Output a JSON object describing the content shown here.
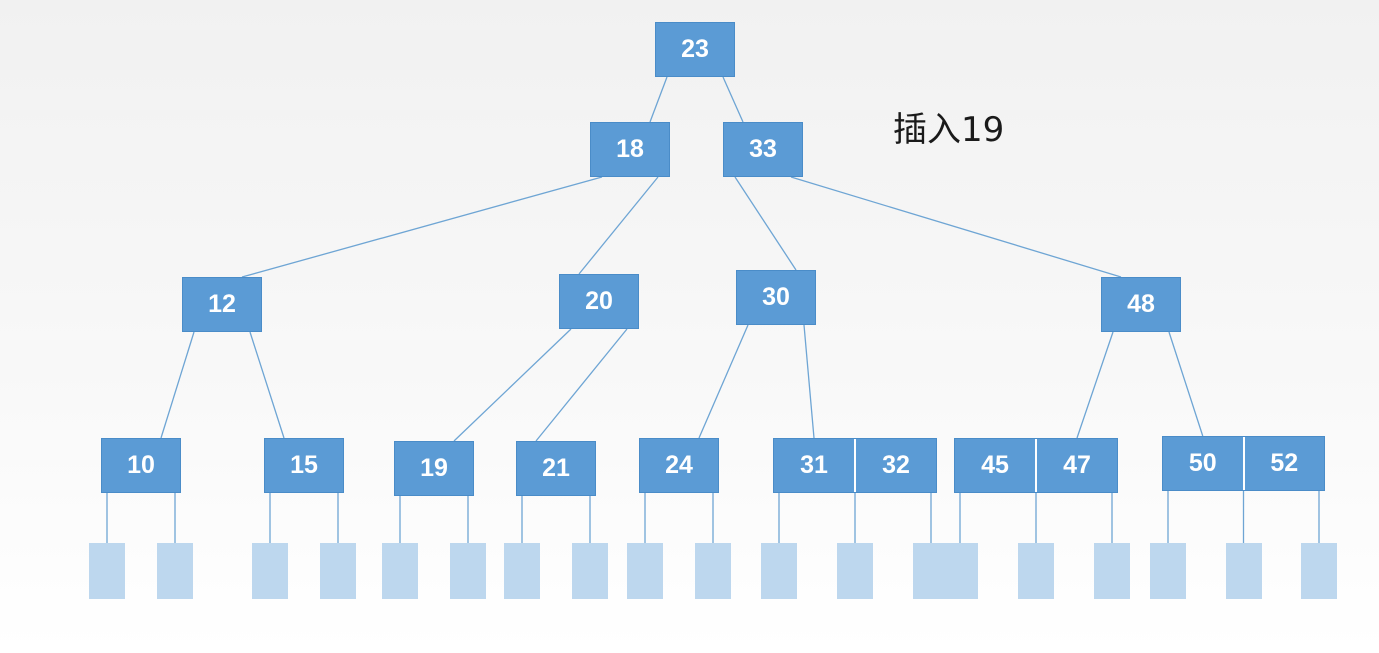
{
  "caption": "插入19",
  "colors": {
    "node": "#5b9bd5",
    "leaf": "#bdd7ee",
    "edge": "#6ea5d4"
  },
  "tree": {
    "keys": [
      "23"
    ],
    "children": [
      {
        "keys": [
          "18"
        ],
        "children": [
          {
            "keys": [
              "12"
            ],
            "children": [
              {
                "keys": [
                  "10"
                ]
              },
              {
                "keys": [
                  "15"
                ]
              }
            ]
          },
          {
            "keys": [
              "20"
            ],
            "children": [
              {
                "keys": [
                  "19"
                ]
              },
              {
                "keys": [
                  "21"
                ]
              }
            ]
          }
        ]
      },
      {
        "keys": [
          "33"
        ],
        "children": [
          {
            "keys": [
              "30"
            ],
            "children": [
              {
                "keys": [
                  "24"
                ]
              },
              {
                "keys": [
                  "31",
                  "32"
                ]
              }
            ]
          },
          {
            "keys": [
              "48"
            ],
            "children": [
              {
                "keys": [
                  "45",
                  "47"
                ]
              },
              {
                "keys": [
                  "50",
                  "52"
                ]
              }
            ]
          }
        ]
      }
    ]
  }
}
